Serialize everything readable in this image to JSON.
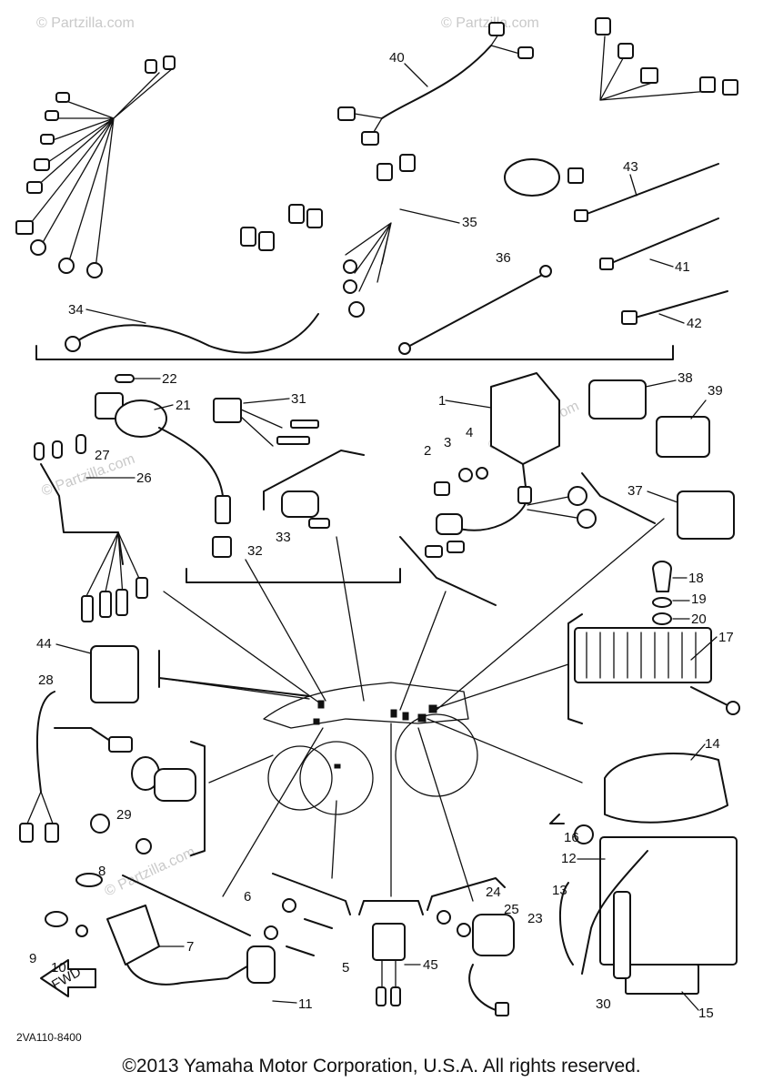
{
  "watermarks": [
    "© Partzilla.com",
    "© Partzilla.com",
    "© Partzilla.com",
    "© Partzilla.com",
    "© Partzilla.com"
  ],
  "callouts": {
    "c1": "1",
    "c2": "2",
    "c3": "3",
    "c4": "4",
    "c5": "5",
    "c6": "6",
    "c7": "7",
    "c8": "8",
    "c9": "9",
    "c10": "10",
    "c11": "11",
    "c12": "12",
    "c13": "13",
    "c14": "14",
    "c15": "15",
    "c16": "16",
    "c17": "17",
    "c18": "18",
    "c19": "19",
    "c20": "20",
    "c21": "21",
    "c22": "22",
    "c23": "23",
    "c24": "24",
    "c25": "25",
    "c26": "26",
    "c27": "27",
    "c28": "28",
    "c29": "29",
    "c30": "30",
    "c31": "31",
    "c32": "32",
    "c33": "33",
    "c34": "34",
    "c35": "35",
    "c36": "36",
    "c37": "37",
    "c38": "38",
    "c39": "39",
    "c40": "40",
    "c41": "41",
    "c42": "42",
    "c43": "43",
    "c44": "44",
    "c45": "45"
  },
  "fwd_label": "FWD",
  "diagram_code": "2VA110-8400",
  "copyright": "©2013 Yamaha Motor Corporation, U.S.A. All rights reserved.",
  "ink_color": "#111111",
  "watermark_color": "#c9c9c9"
}
